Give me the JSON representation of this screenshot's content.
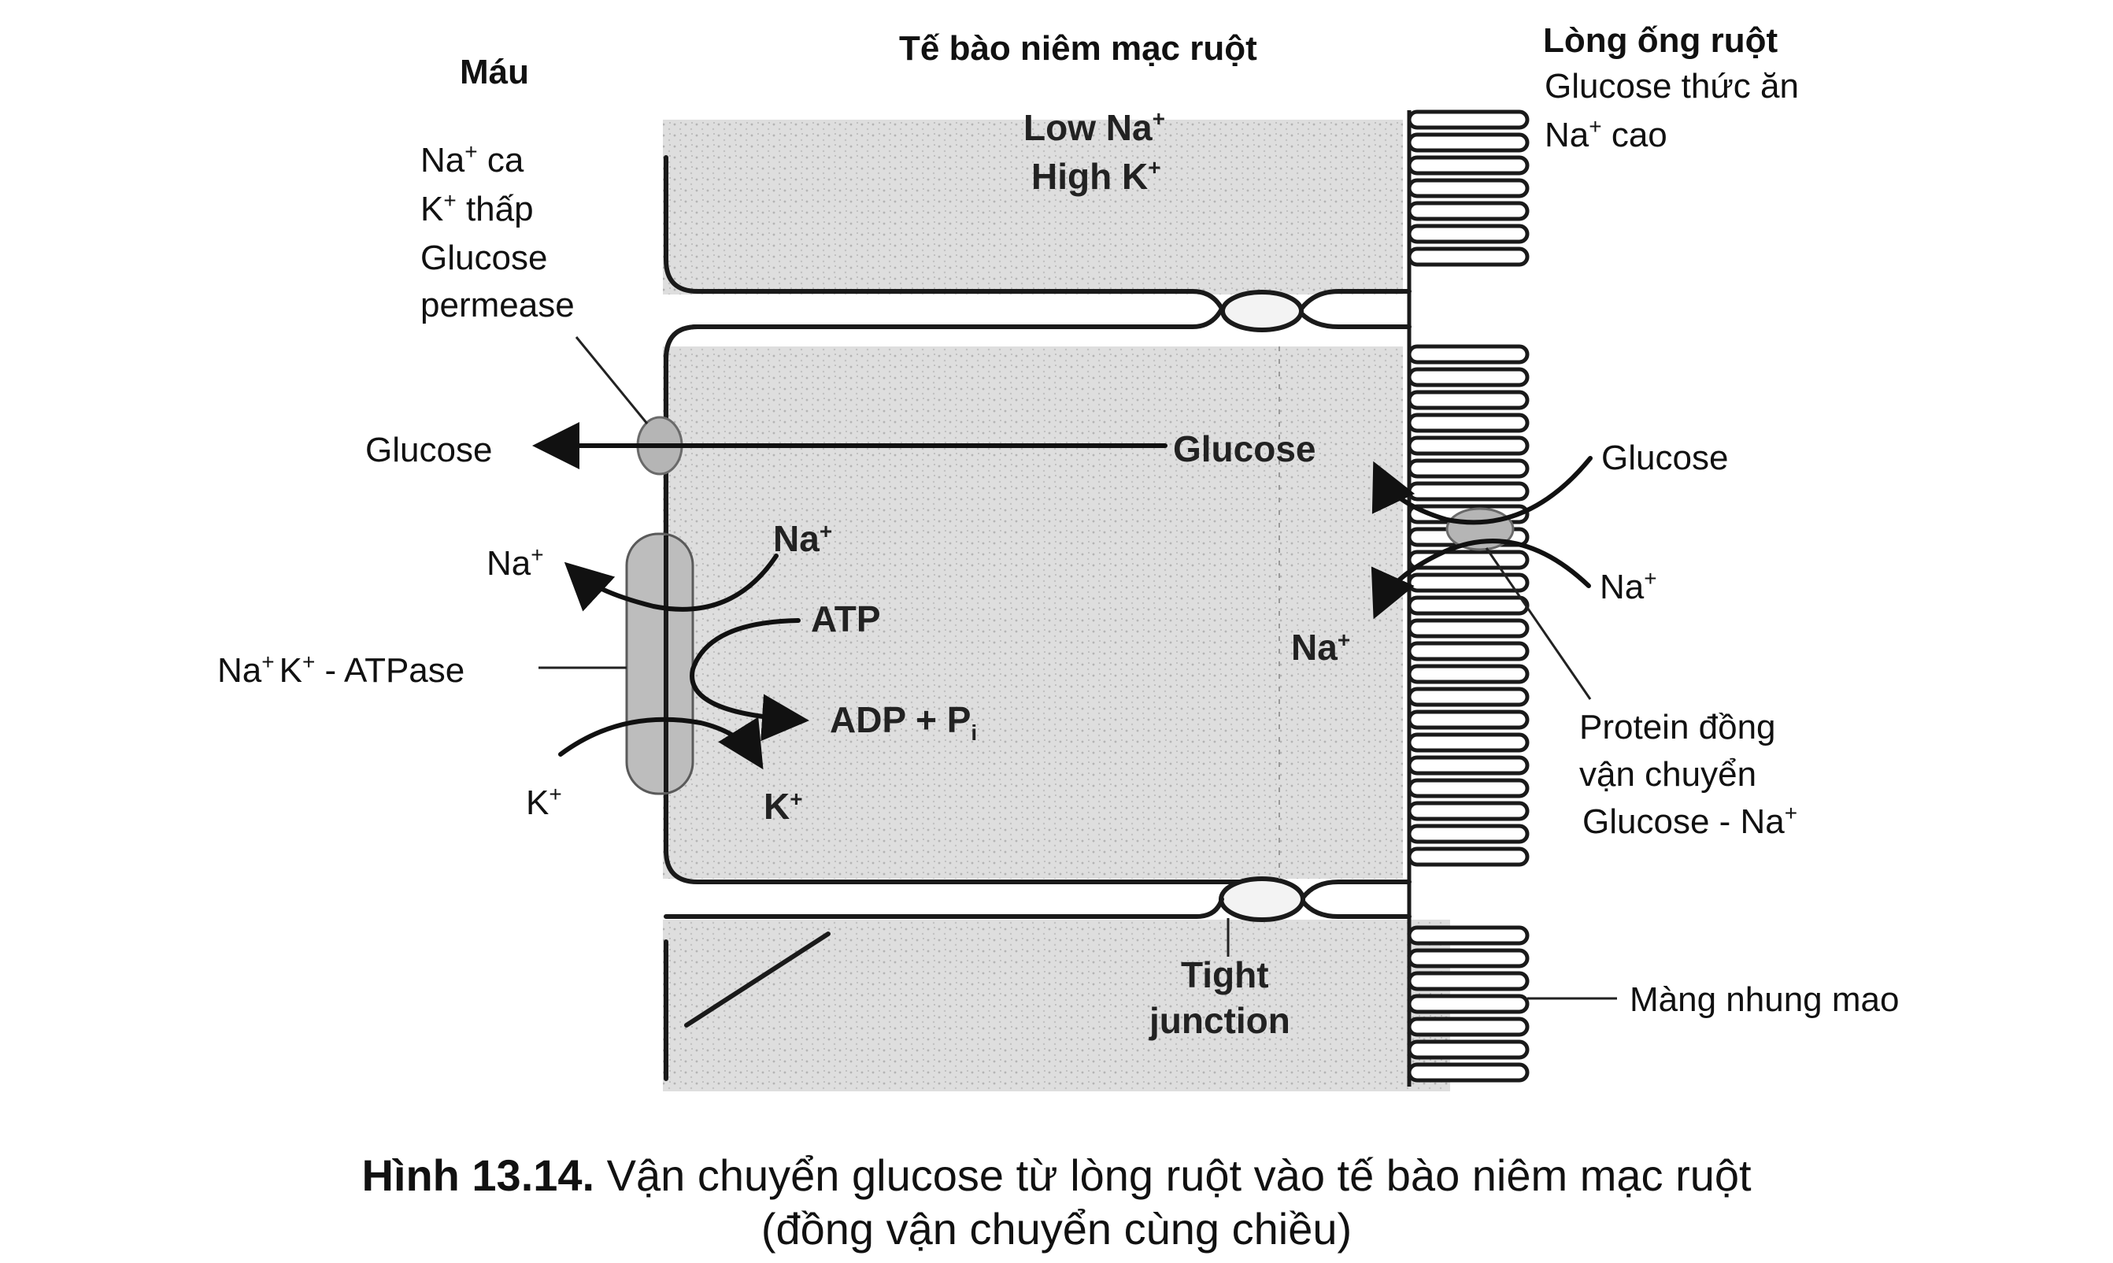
{
  "regions": {
    "blood": "Máu",
    "cell": "Tế bào niêm mạc ruột",
    "lumen": "Lòng ống ruột"
  },
  "lumen_notes": {
    "glucose_food": "Glucose thức ăn",
    "na_high": "Na",
    "na_high_sup": "+",
    "na_high_tail": " cao"
  },
  "blood_notes": {
    "na": "Na",
    "na_sup": "+",
    "na_tail": " ca",
    "k": "K",
    "k_sup": "+",
    "k_tail": " thấp",
    "glucose": "Glucose",
    "permease": "permease"
  },
  "cell_interior": {
    "low_na": "Low Na",
    "low_na_sup": "+",
    "high_k": "High K",
    "high_k_sup": "+"
  },
  "labels": {
    "glucose_blood": "Glucose",
    "glucose_cell": "Glucose",
    "glucose_lumen": "Glucose",
    "na_blood": "Na",
    "na_cell_pump": "Na",
    "na_cell": "Na",
    "na_lumen": "Na",
    "plus": "+",
    "atp": "ATP",
    "adp": "ADP  + P",
    "adp_sub": "i",
    "k_blood": "K",
    "k_cell": "K",
    "pump": "Na",
    "pump_k": "K",
    "pump_tail": " - ATPase",
    "tight": "Tight",
    "junction": "junction",
    "microvilli": "Màng nhung mao",
    "cotransporter_1": "Protein đồng",
    "cotransporter_2": "vận chuyển",
    "cotransporter_3": "Glucose - Na"
  },
  "caption": {
    "number": "Hình 13.14.",
    "line1": " Vận chuyển glucose từ lòng ruột vào tế bào niêm mạc ruột",
    "line2": "(đồng vận chuyển cùng chiều)"
  },
  "colors": {
    "cell_fill": "#dcdcdc",
    "transporter_fill": "#bdbdbd",
    "stroke": "#1a1a1a"
  }
}
